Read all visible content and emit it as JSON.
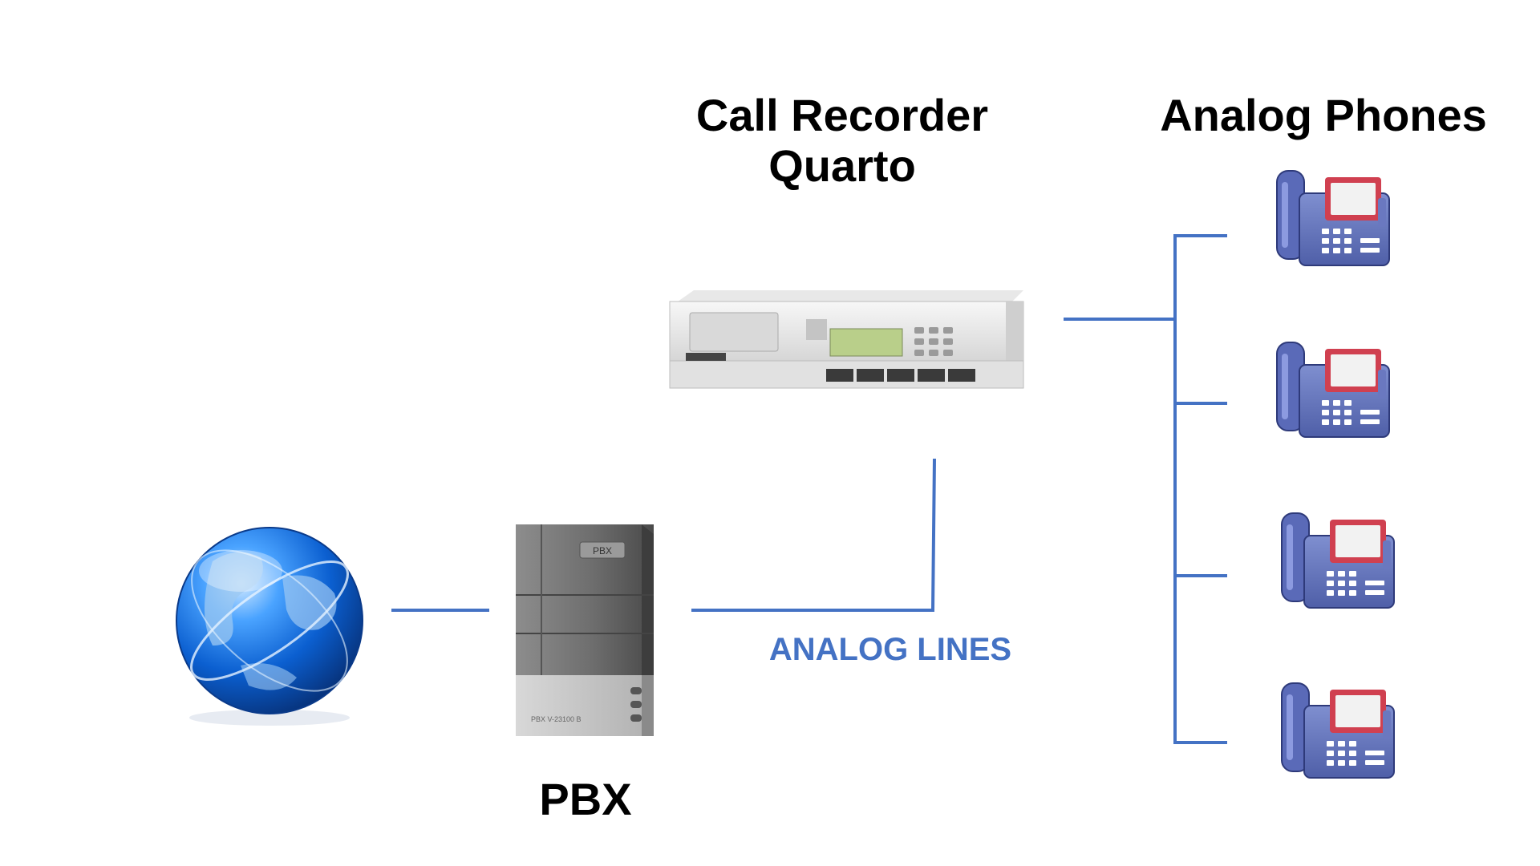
{
  "recorder": {
    "title_line1": "Call Recorder",
    "title_line2": "Quarto"
  },
  "phones": {
    "title": "Analog Phones",
    "count": 4
  },
  "pbx": {
    "title": "PBX",
    "badge": "PBX",
    "model": "PBX V-23100 B"
  },
  "connection": {
    "caption": "ANALOG LINES"
  },
  "colors": {
    "line": "#4472c4",
    "caption": "#4472c4"
  },
  "icons": [
    "globe-icon",
    "pbx-unit-icon",
    "call-recorder-device-icon",
    "desk-phone-icon"
  ]
}
